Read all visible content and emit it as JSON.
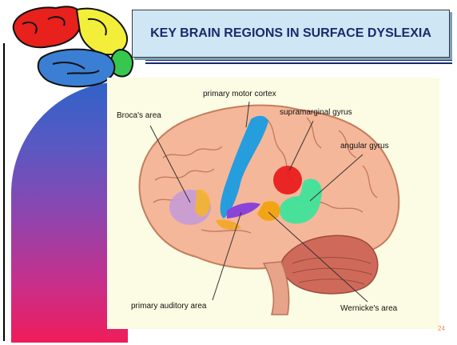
{
  "slide": {
    "title": "KEY BRAIN REGIONS IN SURFACE DYSLEXIA",
    "page_number": "24"
  },
  "diagram": {
    "labels": {
      "motor": "primary motor cortex",
      "broca": "Broca's area",
      "supramarginal": "supramarginal gyrus",
      "angular": "angular gyrus",
      "auditory": "primary auditory area",
      "wernicke": "Wernicke's area"
    }
  },
  "colors": {
    "title_text": "#1a2a6e",
    "title_bg": "#cfe6f4",
    "motor_cortex": "#1a9be0",
    "supramarginal": "#e81e1e",
    "angular": "#3fe39a",
    "broca": "#c79bd8",
    "auditory": "#8a44d8",
    "wernicke": "#f2a417",
    "brain": "#f5b79a",
    "cerebellum": "#cf6a5a"
  }
}
